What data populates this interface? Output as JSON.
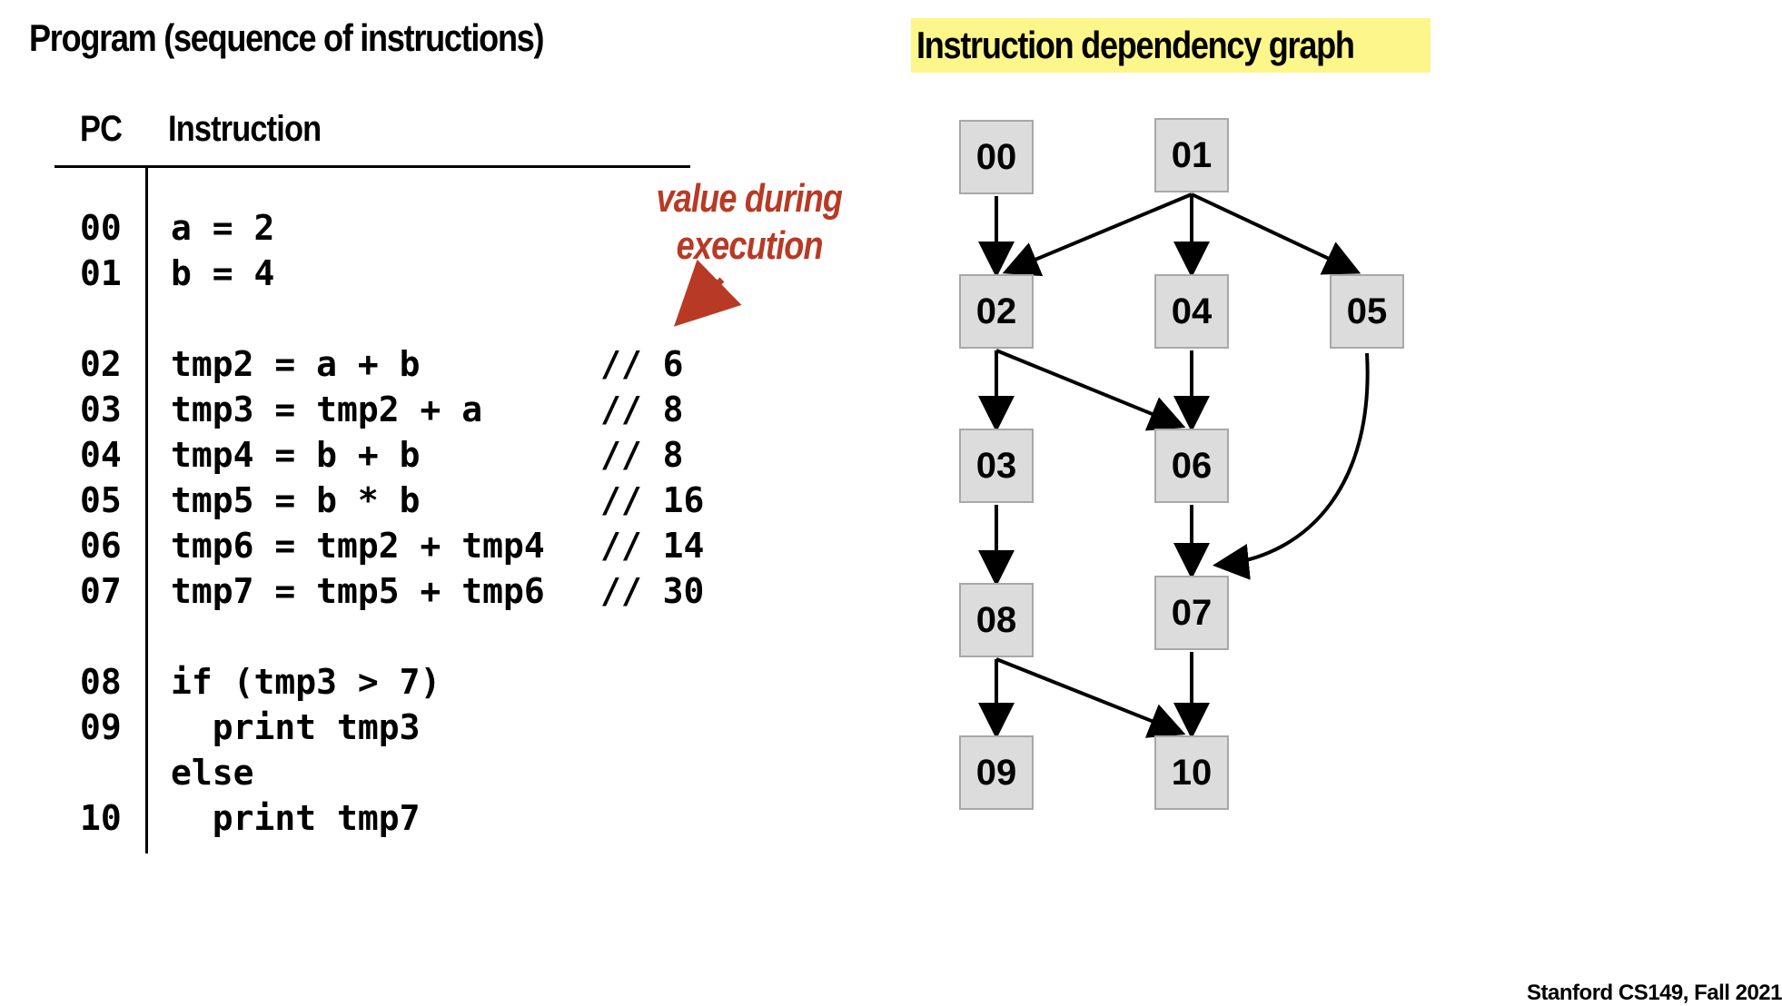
{
  "program": {
    "title": "Program (sequence of instructions)",
    "pc_header": "PC",
    "instruction_header": "Instruction",
    "annotation_line1": "value during",
    "annotation_line2": "execution",
    "rows": [
      {
        "pc": "00",
        "code": "a = 2",
        "comment": ""
      },
      {
        "pc": "01",
        "code": "b = 4",
        "comment": ""
      },
      {
        "pc": "02",
        "code": "tmp2 = a + b",
        "comment": "// 6"
      },
      {
        "pc": "03",
        "code": "tmp3 = tmp2 + a",
        "comment": "// 8"
      },
      {
        "pc": "04",
        "code": "tmp4 = b + b",
        "comment": "// 8"
      },
      {
        "pc": "05",
        "code": "tmp5 = b * b",
        "comment": "// 16"
      },
      {
        "pc": "06",
        "code": "tmp6 = tmp2 + tmp4",
        "comment": "// 14"
      },
      {
        "pc": "07",
        "code": "tmp7 = tmp5 + tmp6",
        "comment": "// 30"
      },
      {
        "pc": "08",
        "code": "if (tmp3 > 7)",
        "comment": ""
      },
      {
        "pc": "09",
        "code": "  print tmp3",
        "comment": ""
      },
      {
        "pc": "",
        "code": "else",
        "comment": ""
      },
      {
        "pc": "10",
        "code": "  print tmp7",
        "comment": ""
      }
    ]
  },
  "graph": {
    "title": "Instruction dependency graph",
    "nodes": [
      "00",
      "01",
      "02",
      "04",
      "05",
      "03",
      "06",
      "08",
      "07",
      "09",
      "10"
    ],
    "edges": [
      [
        "00",
        "02"
      ],
      [
        "01",
        "02"
      ],
      [
        "01",
        "04"
      ],
      [
        "01",
        "05"
      ],
      [
        "02",
        "03"
      ],
      [
        "02",
        "06"
      ],
      [
        "04",
        "06"
      ],
      [
        "05",
        "07"
      ],
      [
        "03",
        "08"
      ],
      [
        "06",
        "07"
      ],
      [
        "08",
        "09"
      ],
      [
        "08",
        "10"
      ],
      [
        "07",
        "10"
      ]
    ]
  },
  "footer": "Stanford CS149, Fall 2021",
  "colors": {
    "highlight": "#fdf68a",
    "annotation": "#b83a24",
    "node_fill": "#dcdcdc",
    "node_border": "#a8a8a8"
  }
}
